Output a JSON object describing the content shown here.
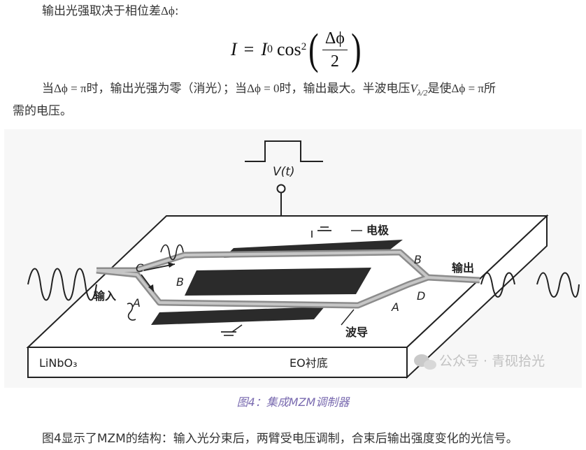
{
  "para1": {
    "prefix": "输出光强取决于相位差",
    "symbol": "Δϕ",
    "suffix": ":"
  },
  "formula": {
    "lhs": "I",
    "eq": "=",
    "i0": "I",
    "i0_sub": "0",
    "cos": "cos",
    "exp": "2",
    "num": "Δϕ",
    "den": "2"
  },
  "para2": {
    "t1": "当",
    "s1": "Δϕ = π",
    "t2": "时，输出光强为零（消光）；当",
    "s2": "Δϕ = 0",
    "t3": "时，输出最大。半波电压",
    "v": "V",
    "v_sub": "λ/2",
    "t4": "是使",
    "s3": "Δϕ = π",
    "t5": "所",
    "line2": "需的电压。"
  },
  "figure": {
    "voltage_label": "V(t)",
    "electrode_label": "电极",
    "output_label": "输出",
    "input_label": "输入",
    "waveguide_label": "波导",
    "substrate_left": "LiNbO₃",
    "substrate_right": "EO衬底",
    "point_labels": {
      "c": "C",
      "b_left": "B",
      "a_left": "A",
      "b_right": "B",
      "d": "D",
      "a_right": "A"
    },
    "watermark": "公众号 · 青砚拾光"
  },
  "caption": "图4：集成MZM调制器",
  "para3": "图4显示了MZM的结构：输入光分束后，两臂受电压调制，合束后输出强度变化的光信号。"
}
